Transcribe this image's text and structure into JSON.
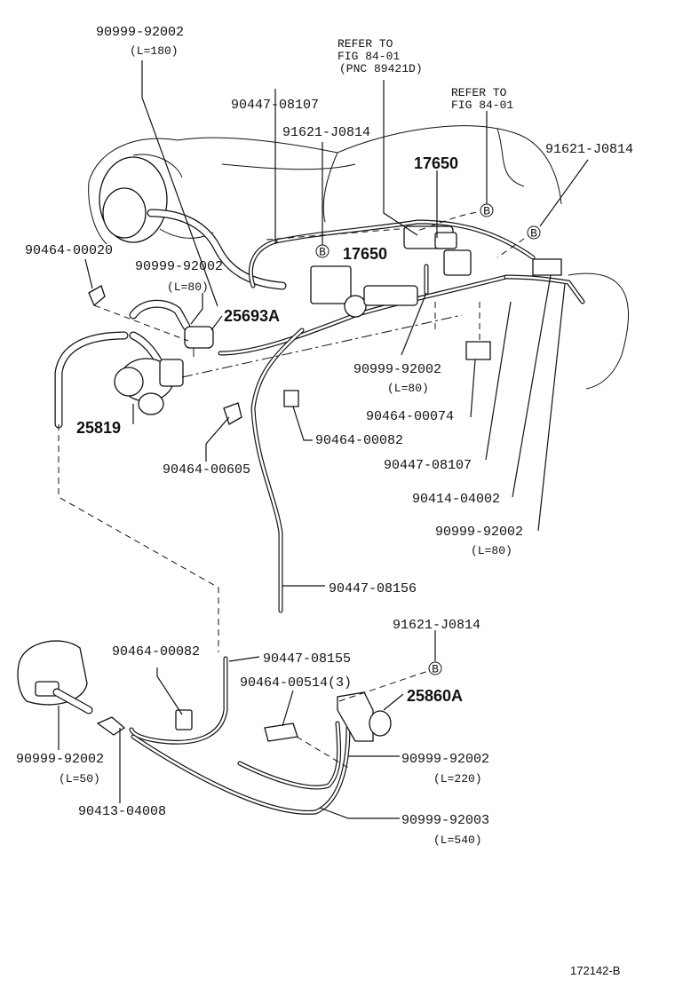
{
  "labels": {
    "l1": "90999-92002",
    "l1_len": "(L=180)",
    "l2": "90447-08107",
    "l3": "91621-J0814",
    "l4": "91621-J0814",
    "l5": "17650",
    "l6": "17650",
    "l7": "90464-00020",
    "l8": "90999-92002",
    "l8_len": "(L=80)",
    "l9": "25693A",
    "l10": "25819",
    "l11": "90464-00605",
    "l12": "90464-00082",
    "l13": "90999-92002",
    "l13_len": "(L=80)",
    "l14": "90464-00074",
    "l15": "90447-08107",
    "l16": "90414-04002",
    "l17": "90999-92002",
    "l17_len": "(L=80)",
    "l18": "90447-08156",
    "l19": "91621-J0814",
    "l20": "90464-00082",
    "l21": "90447-08155",
    "l22": "90464-00514(3)",
    "l23": "25860A",
    "l24": "90999-92002",
    "l24_len": "(L=50)",
    "l25": "90413-04008",
    "l26": "90999-92002",
    "l26_len": "(L=220)",
    "l27": "90999-92003",
    "l27_len": "(L=540)"
  },
  "refs": {
    "r1_line1": "REFER TO",
    "r1_line2": "FIG 84-01",
    "r1_line3": "(PNC 89421D)",
    "r2_line1": "REFER TO",
    "r2_line2": "FIG 84-01"
  },
  "markers": {
    "b": "B"
  },
  "footer": {
    "code": "172142-B"
  }
}
